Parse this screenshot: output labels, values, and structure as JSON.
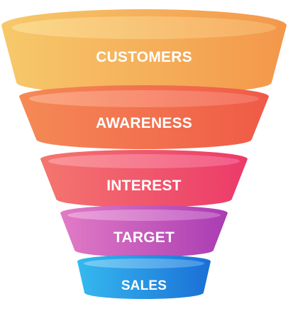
{
  "funnel": {
    "stages": [
      {
        "label": "CUSTOMERS",
        "colors": {
          "a": "#f7c96b",
          "b": "#f3974a",
          "top_a": "#fde8a6",
          "top_b": "#f9c078"
        }
      },
      {
        "label": "AWARENESS",
        "colors": {
          "a": "#f58a56",
          "b": "#ef5a47",
          "top_a": "#ffc0a3",
          "top_b": "#f9877a"
        }
      },
      {
        "label": "INTEREST",
        "colors": {
          "a": "#f4766e",
          "b": "#ec3a6a",
          "top_a": "#ffb3b8",
          "top_b": "#f77aa3"
        }
      },
      {
        "label": "TARGET",
        "colors": {
          "a": "#e27bc5",
          "b": "#a93cb3",
          "top_a": "#f7c4ea",
          "top_b": "#d687d8"
        }
      },
      {
        "label": "SALES",
        "colors": {
          "a": "#36b9ef",
          "b": "#1a6fd6",
          "top_a": "#a8e3fb",
          "top_b": "#6fb3f0"
        }
      }
    ]
  }
}
